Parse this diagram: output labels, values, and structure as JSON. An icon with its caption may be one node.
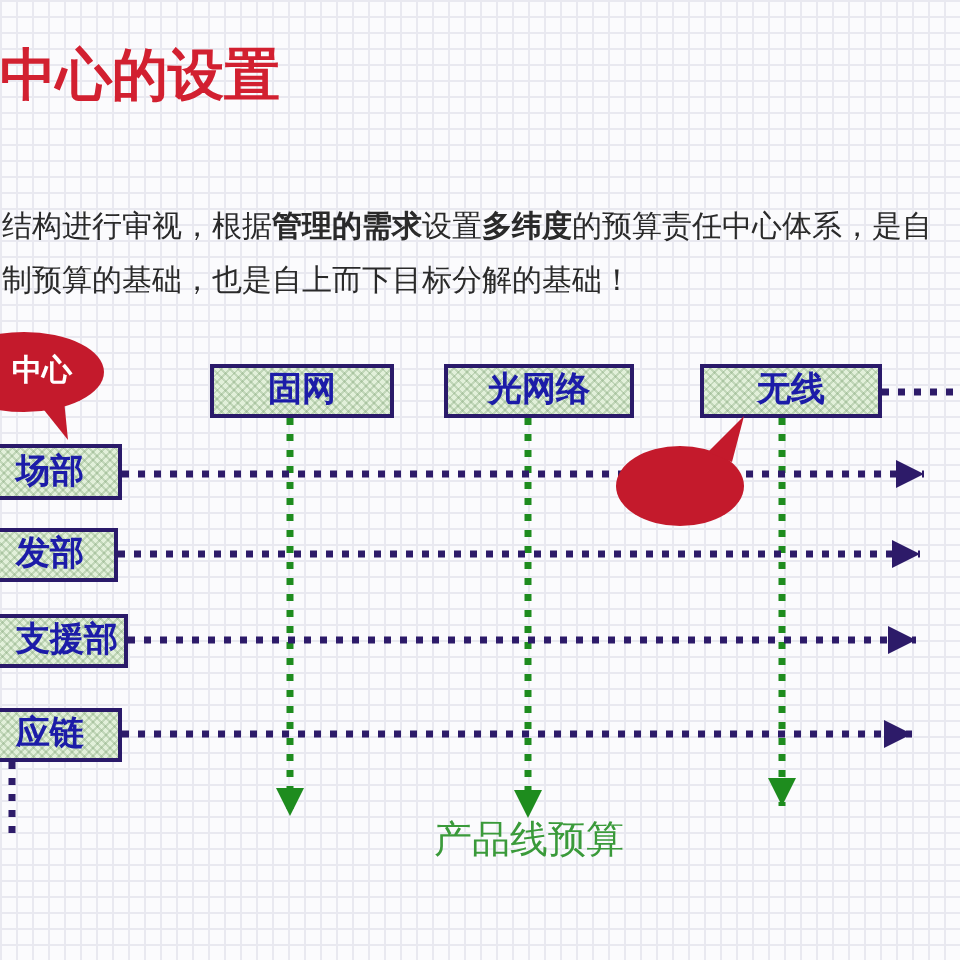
{
  "diagram": {
    "title": "中心的设置",
    "nodes": [
      {
        "text": [
          "中心"
        ]
      },
      {
        "text": [
          "固网"
        ]
      },
      {
        "text": [
          "光网络"
        ]
      },
      {
        "text": [
          "无线"
        ]
      },
      {
        "text": [
          "场部"
        ]
      },
      {
        "text": [
          "发部"
        ]
      },
      {
        "text": [
          "支援部"
        ]
      },
      {
        "text": [
          "应链"
        ]
      },
      {
        "text": [],
        "shape": "bubble"
      },
      {
        "text": [
          "产品线预算"
        ]
      }
    ],
    "edges": [
      {
        "from": 1,
        "to": null,
        "arrow": "to",
        "style": "dashed",
        "color": "#1e8c1e"
      },
      {
        "from": 2,
        "to": 9,
        "arrow": "to",
        "style": "dashed",
        "color": "#1e8c1e"
      },
      {
        "from": 3,
        "to": null,
        "arrow": "to",
        "style": "dashed",
        "color": "#1e8c1e"
      },
      {
        "from": 3,
        "to": null,
        "arrow": "none",
        "style": "dashed"
      },
      {
        "from": 4,
        "to": null,
        "arrow": "to",
        "style": "dashed"
      },
      {
        "from": 5,
        "to": null,
        "arrow": "to",
        "style": "dashed"
      },
      {
        "from": 6,
        "to": null,
        "arrow": "to",
        "style": "dashed"
      },
      {
        "from": 7,
        "to": null,
        "arrow": "to",
        "style": "dashed"
      },
      {
        "from": 7,
        "to": null,
        "arrow": "none",
        "style": "dashed"
      }
    ],
    "labels": [
      "结构进行审视，根据**管理的需求**设置**多纬度**的预算责任中心体系，是自制预算的基础，也是自上而下目标分解的基础！"
    ]
  }
}
